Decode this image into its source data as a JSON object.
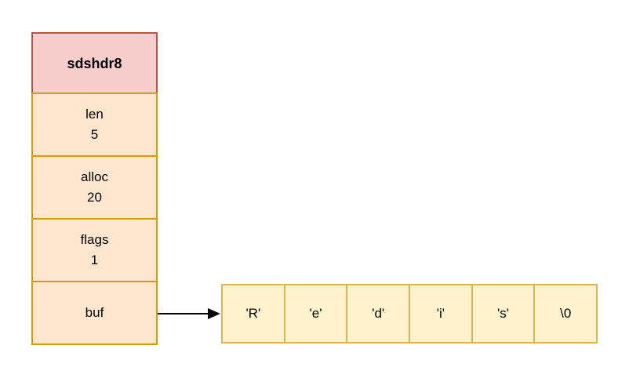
{
  "struct": {
    "title": "sdshdr8",
    "fields": [
      {
        "name": "len",
        "value": "5"
      },
      {
        "name": "alloc",
        "value": "20"
      },
      {
        "name": "flags",
        "value": "1"
      },
      {
        "name": "buf",
        "value": ""
      }
    ]
  },
  "buffer": {
    "cells": [
      "'R'",
      "'e'",
      "'d'",
      "'i'",
      "'s'",
      "\\0"
    ]
  },
  "colors": {
    "header_fill": "#f8cecc",
    "header_stroke": "#b85450",
    "field_fill": "#ffe6cc",
    "field_stroke": "#d79b00",
    "buffer_fill": "#fff2cc",
    "buffer_stroke": "#d6b656",
    "arrow": "#000000",
    "text": "#000000",
    "background": "#ffffff"
  }
}
